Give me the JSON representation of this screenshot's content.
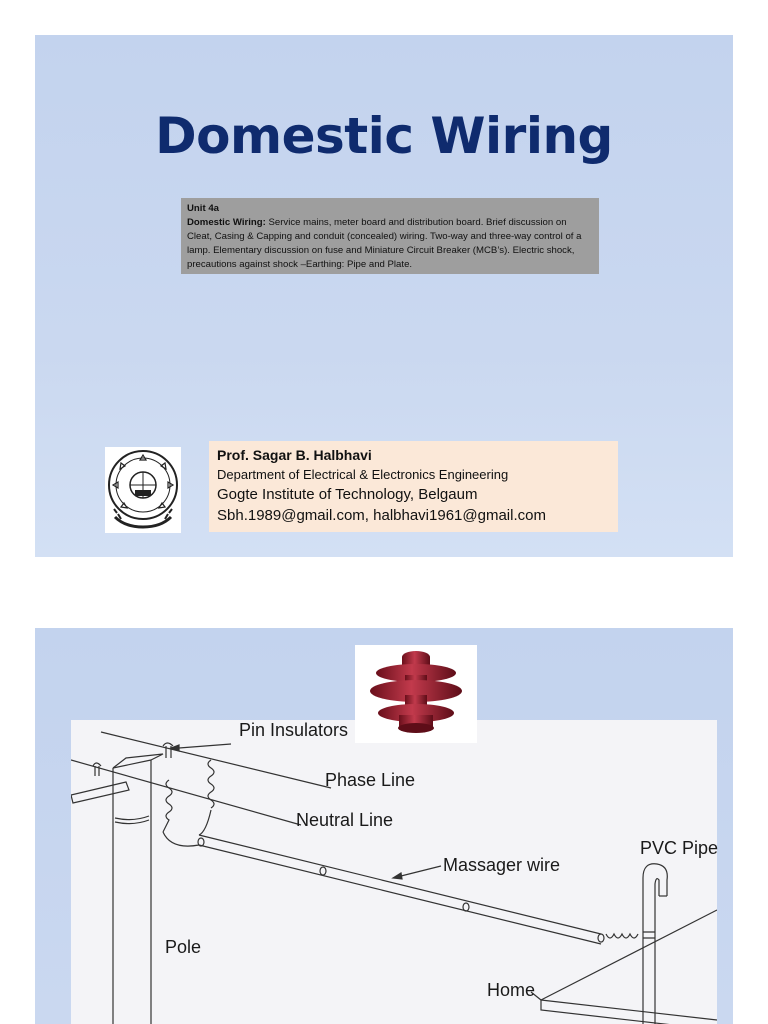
{
  "slide1": {
    "title": "Domestic Wiring",
    "unit": {
      "heading": "Unit 4a",
      "label": "Domestic Wiring:",
      "text": " Service mains, meter board and distribution board. Brief discussion on Cleat, Casing & Capping and conduit (concealed) wiring. Two-way and three-way control of a lamp. Elementary discussion on fuse and Miniature Circuit Breaker (MCB’s). Electric shock, precautions against shock –Earthing: Pipe and Plate."
    },
    "author": {
      "name": "Prof. Sagar B. Halbhavi",
      "department": "Department of Electrical & Electronics Engineering",
      "institute": "Gogte Institute of Technology, Belgaum",
      "emails": "Sbh.1989@gmail.com, halbhavi1961@gmail.com"
    }
  },
  "slide2": {
    "labels": {
      "pin_insulators": "Pin Insulators",
      "phase_line": "Phase Line",
      "neutral_line": "Neutral Line",
      "massager_wire": "Massager wire",
      "pvc_pipe": "PVC Pipe",
      "pole": "Pole",
      "home": "Home"
    },
    "colors": {
      "insulator": "#9c1f2e"
    }
  }
}
